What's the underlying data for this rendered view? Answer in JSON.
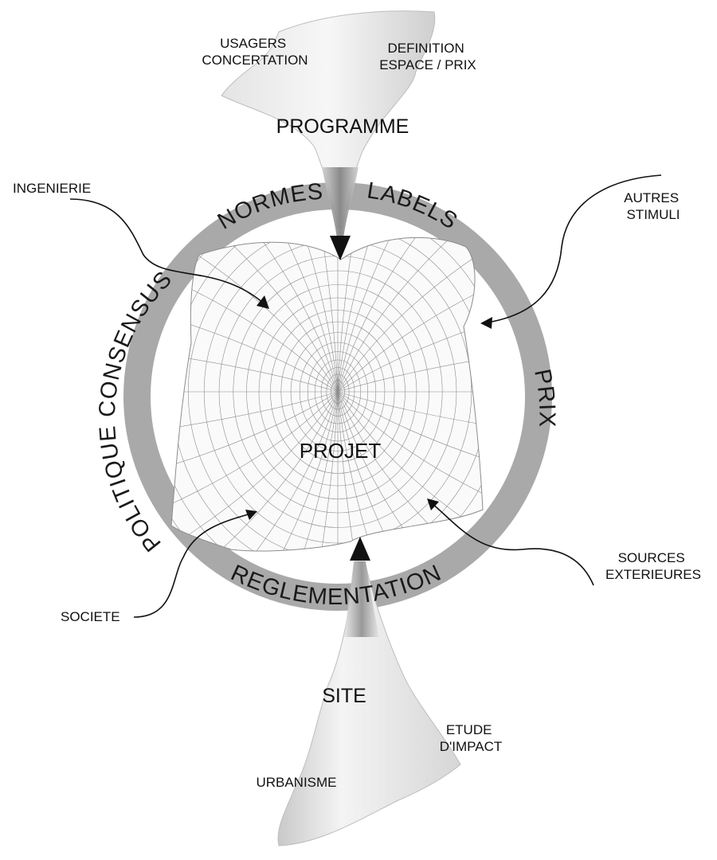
{
  "diagram": {
    "center_label": "PROJET",
    "top_funnel": {
      "title": "PROGRAMME",
      "left_label_lines": [
        "USAGERS",
        "CONCERTATION"
      ],
      "right_label_lines": [
        "DEFINITION",
        "ESPACE / PRIX"
      ]
    },
    "bottom_funnel": {
      "title": "SITE",
      "left_label": "URBANISME",
      "right_label_lines": [
        "ETUDE",
        "D'IMPACT"
      ]
    },
    "ring_labels": {
      "top_left": "NORMES",
      "top_right": "LABELS",
      "left": "POLITIQUE CONSENSUS",
      "right": "PRIX",
      "bottom": "REGLEMENTATION"
    },
    "external_labels": {
      "top_left": "INGENIERIE",
      "top_right_lines": [
        "AUTRES",
        "STIMULI"
      ],
      "bottom_left": "SOCIETE",
      "bottom_right_lines": [
        "SOURCES",
        "EXTERIEURES"
      ]
    },
    "colors": {
      "ring": "#a9a9a9",
      "funnel_light": "#f2f2f2",
      "funnel_dark": "#9a9a9a",
      "mesh_line": "#8c8c8c",
      "arrow": "#111111",
      "text": "#111111"
    }
  }
}
